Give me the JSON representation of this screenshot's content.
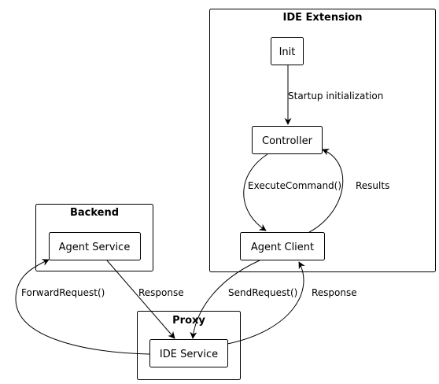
{
  "clusters": {
    "ide_extension": "IDE Extension",
    "backend": "Backend",
    "proxy": "Proxy"
  },
  "nodes": {
    "init": "Init",
    "controller": "Controller",
    "agent_client": "Agent Client",
    "agent_service": "Agent Service",
    "ide_service": "IDE Service"
  },
  "edges": {
    "startup": "Startup initialization",
    "execute": "ExecuteCommand()",
    "results": "Results",
    "send_request": "SendRequest()",
    "response_client": "Response",
    "response_service": "Response",
    "forward_request": "ForwardRequest()"
  },
  "colors": {
    "stroke": "#000000",
    "background": "#ffffff"
  }
}
